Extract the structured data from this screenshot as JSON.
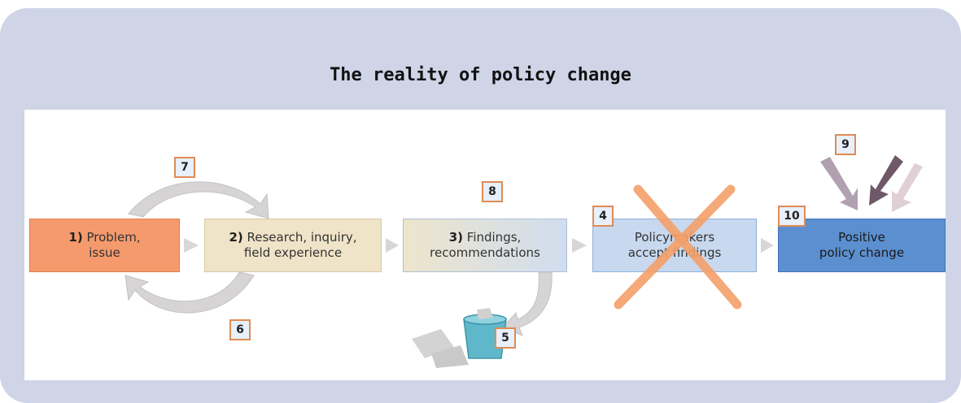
{
  "title": "The reality of policy change",
  "steps": [
    {
      "num": "1)",
      "line1": "Problem,",
      "line2": "issue"
    },
    {
      "num": "2)",
      "line1": "Research, inquiry,",
      "line2": "field experience"
    },
    {
      "num": "3)",
      "line1": "Findings,",
      "line2": "recommendations"
    },
    {
      "num": "",
      "line1": "Policymakers",
      "line2": "accept findings"
    },
    {
      "num": "",
      "line1": "Positive",
      "line2": "policy change"
    }
  ],
  "tags": {
    "t4": "4",
    "t5": "5",
    "t6": "6",
    "t7": "7",
    "t8": "8",
    "t9": "9",
    "t10": "10"
  },
  "colors": {
    "problem": "#f49a6c",
    "research": "#efe3c8",
    "policymakers": "#c7d8ef",
    "positive": "#5b8fd0",
    "cross": "#f5a06a",
    "panel": "#cfd5e7"
  }
}
